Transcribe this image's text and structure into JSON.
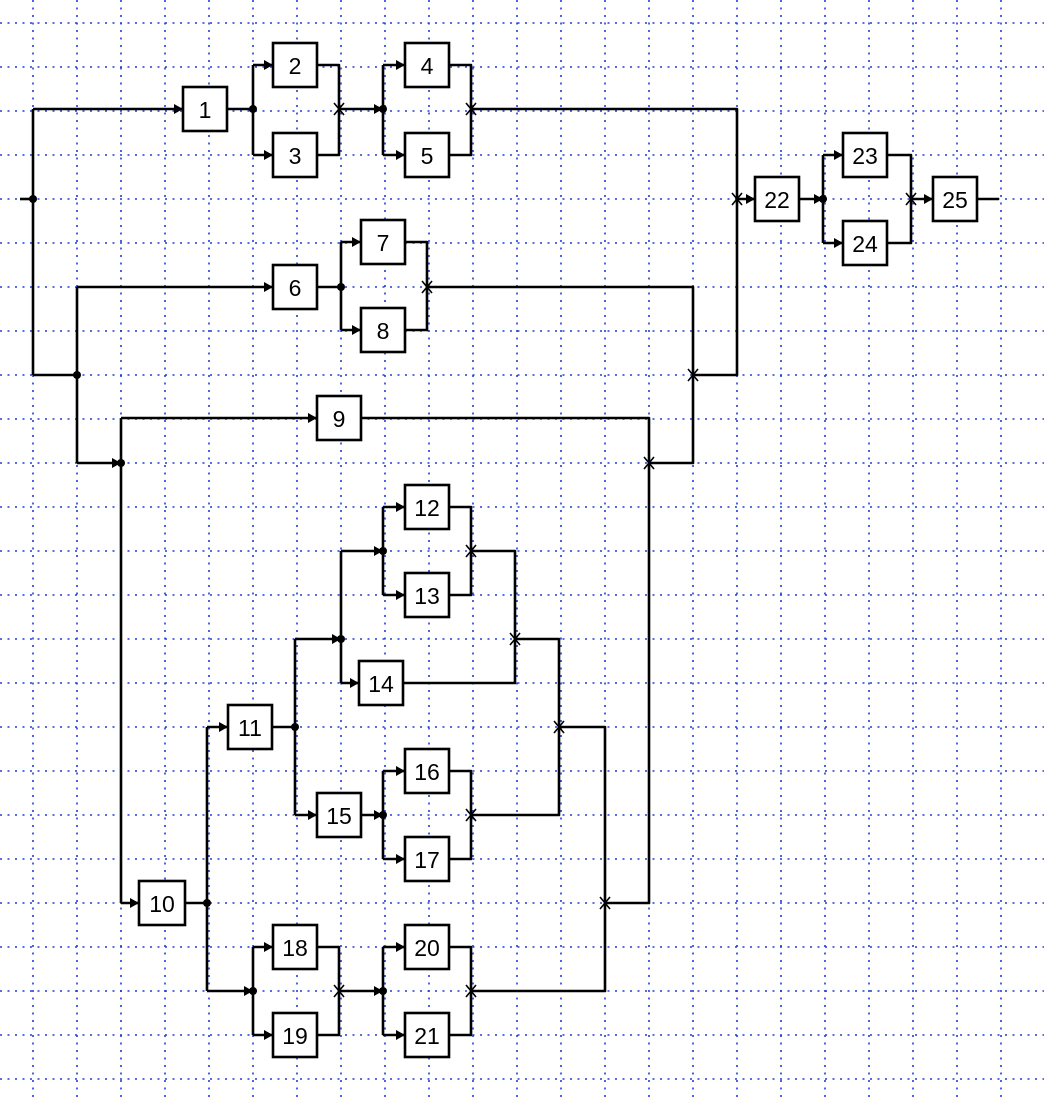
{
  "blocks": [
    {
      "label": "1"
    },
    {
      "label": "2"
    },
    {
      "label": "3"
    },
    {
      "label": "4"
    },
    {
      "label": "5"
    },
    {
      "label": "6"
    },
    {
      "label": "7"
    },
    {
      "label": "8"
    },
    {
      "label": "9"
    },
    {
      "label": "10"
    },
    {
      "label": "11"
    },
    {
      "label": "12"
    },
    {
      "label": "13"
    },
    {
      "label": "14"
    },
    {
      "label": "15"
    },
    {
      "label": "16"
    },
    {
      "label": "17"
    },
    {
      "label": "18"
    },
    {
      "label": "19"
    },
    {
      "label": "20"
    },
    {
      "label": "21"
    },
    {
      "label": "22"
    },
    {
      "label": "23"
    },
    {
      "label": "24"
    },
    {
      "label": "25"
    }
  ]
}
